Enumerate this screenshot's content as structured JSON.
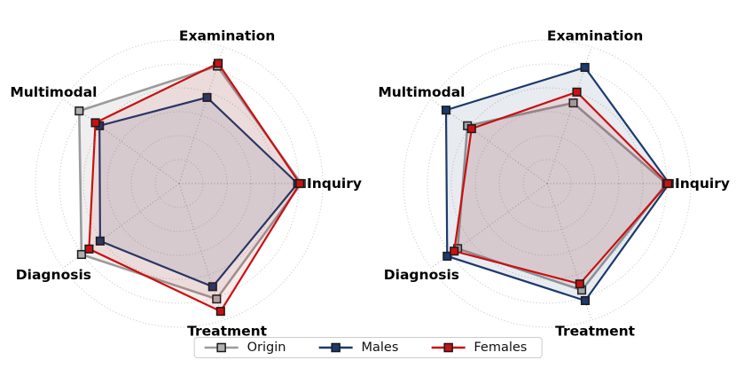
{
  "figure": {
    "background": "#ffffff",
    "grid_color": "#bcbcbc",
    "axis_line_color": "#a3a3a3",
    "marker_edge_color": "#1a1a1a",
    "label_color": "#000000"
  },
  "legend": {
    "items": [
      {
        "label": "Origin",
        "line_color": "#9b9b9b",
        "marker_fill": "#b0b0b0"
      },
      {
        "label": "Males",
        "line_color": "#1b3a6d",
        "marker_fill": "#1b3a6d"
      },
      {
        "label": "Females",
        "line_color": "#c81111",
        "marker_fill": "#c81111"
      }
    ]
  },
  "chart_data": [
    {
      "type": "radar",
      "position": "left",
      "categories": [
        "Inquiry",
        "Examination",
        "Multimodal",
        "Diagnosis",
        "Treatment"
      ],
      "angles_deg": [
        0,
        72,
        144,
        216,
        288
      ],
      "rings": 6,
      "rlim": [
        0,
        1
      ],
      "grid": "dotted circles, unlabeled radial scale",
      "scale_note": "values estimated as fraction of outer ring radius",
      "series": [
        {
          "name": "Origin",
          "color": "#9b9b9b",
          "marker_fill": "#b0b0b0",
          "line_width": 2.6,
          "fill_opacity": 0.16,
          "values": [
            0.85,
            0.86,
            0.86,
            0.84,
            0.845
          ]
        },
        {
          "name": "Males",
          "color": "#1b3a6d",
          "marker_fill": "#1b3a6d",
          "line_width": 2.2,
          "fill_opacity": 0.1,
          "values": [
            0.825,
            0.63,
            0.685,
            0.68,
            0.755
          ]
        },
        {
          "name": "Females",
          "color": "#c81111",
          "marker_fill": "#c81111",
          "line_width": 2.2,
          "fill_opacity": 0.09,
          "values": [
            0.84,
            0.88,
            0.72,
            0.775,
            0.935
          ]
        }
      ]
    },
    {
      "type": "radar",
      "position": "right",
      "categories": [
        "Inquiry",
        "Examination",
        "Multimodal",
        "Diagnosis",
        "Treatment"
      ],
      "angles_deg": [
        0,
        72,
        144,
        216,
        288
      ],
      "rings": 6,
      "rlim": [
        0,
        1
      ],
      "grid": "dotted circles, unlabeled radial scale",
      "scale_note": "values estimated as fraction of outer ring radius",
      "series": [
        {
          "name": "Origin",
          "color": "#9b9b9b",
          "marker_fill": "#b0b0b0",
          "line_width": 2.6,
          "fill_opacity": 0.16,
          "values": [
            0.83,
            0.59,
            0.685,
            0.77,
            0.78
          ]
        },
        {
          "name": "Males",
          "color": "#1b3a6d",
          "marker_fill": "#1b3a6d",
          "line_width": 2.2,
          "fill_opacity": 0.1,
          "values": [
            0.85,
            0.85,
            0.87,
            0.86,
            0.857
          ]
        },
        {
          "name": "Females",
          "color": "#c81111",
          "marker_fill": "#c81111",
          "line_width": 2.2,
          "fill_opacity": 0.09,
          "values": [
            0.84,
            0.67,
            0.65,
            0.8,
            0.735
          ]
        }
      ]
    }
  ]
}
